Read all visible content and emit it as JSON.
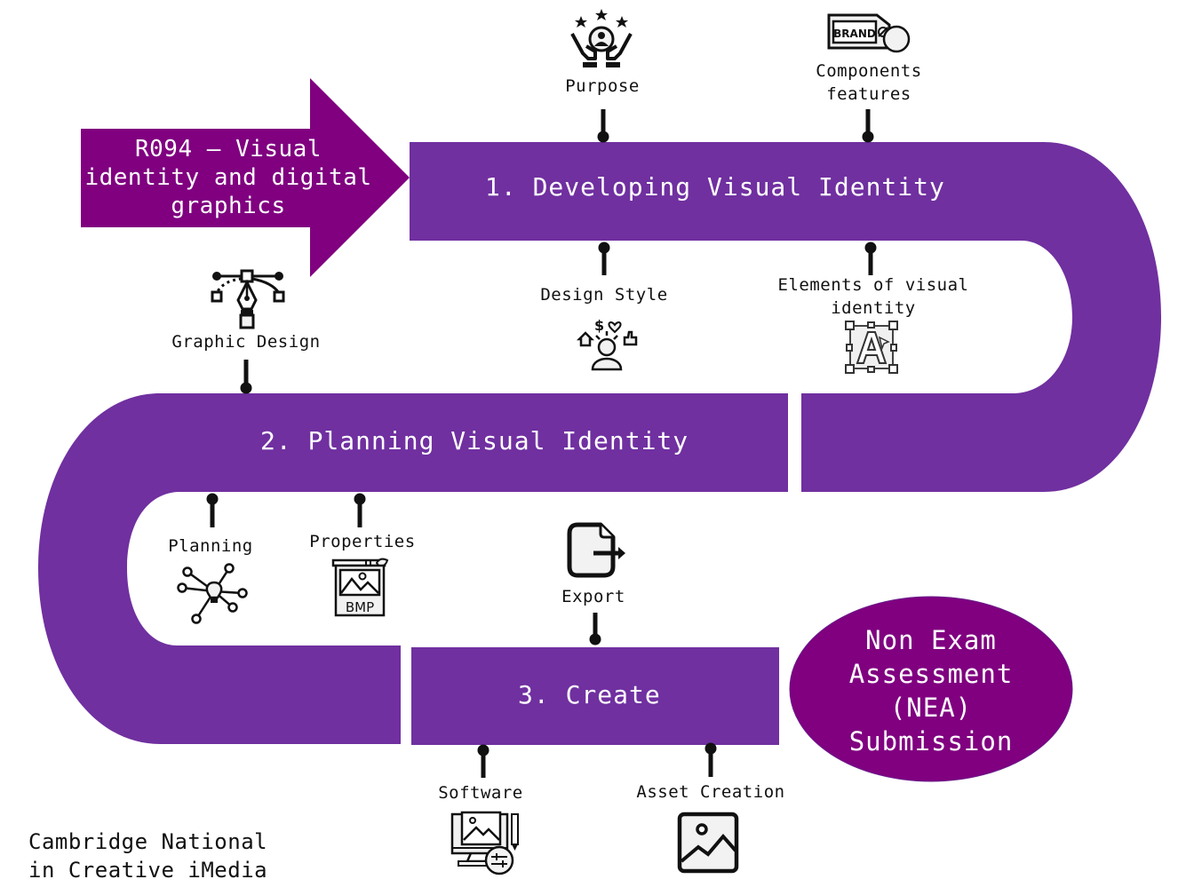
{
  "colors": {
    "track": "#7030A0",
    "accent": "#800080",
    "connector": "#111111",
    "text_on_track": "#FFFFFF"
  },
  "intro_arrow": {
    "text": "R094 – Visual\nidentity and digital\ngraphics"
  },
  "stages": [
    {
      "title": "1. Developing Visual Identity",
      "topics_above": [
        {
          "label": "Purpose",
          "icon": "hands-star-person-icon"
        },
        {
          "label": "Components\nfeatures",
          "icon": "brand-tag-icon"
        }
      ],
      "topics_below": [
        {
          "label": "Design Style",
          "icon": "person-ideas-icon"
        },
        {
          "label": "Elements of visual\nidentity",
          "icon": "text-selection-icon"
        }
      ]
    },
    {
      "title": "2. Planning Visual Identity",
      "topics_above": [
        {
          "label": "Graphic Design",
          "icon": "pen-tool-icon"
        }
      ],
      "topics_below": [
        {
          "label": "Planning",
          "icon": "mind-map-icon"
        },
        {
          "label": "Properties",
          "icon": "bmp-image-icon"
        }
      ]
    },
    {
      "title": "3. Create",
      "topics_above": [
        {
          "label": "Export",
          "icon": "file-export-icon"
        }
      ],
      "topics_below": [
        {
          "label": "Software",
          "icon": "monitor-edit-icon"
        },
        {
          "label": "Asset Creation",
          "icon": "image-icon"
        }
      ]
    }
  ],
  "submission": {
    "text": "Non Exam\nAssessment\n(NEA)\nSubmission"
  },
  "footer": {
    "text": "Cambridge National\nin Creative iMedia"
  }
}
